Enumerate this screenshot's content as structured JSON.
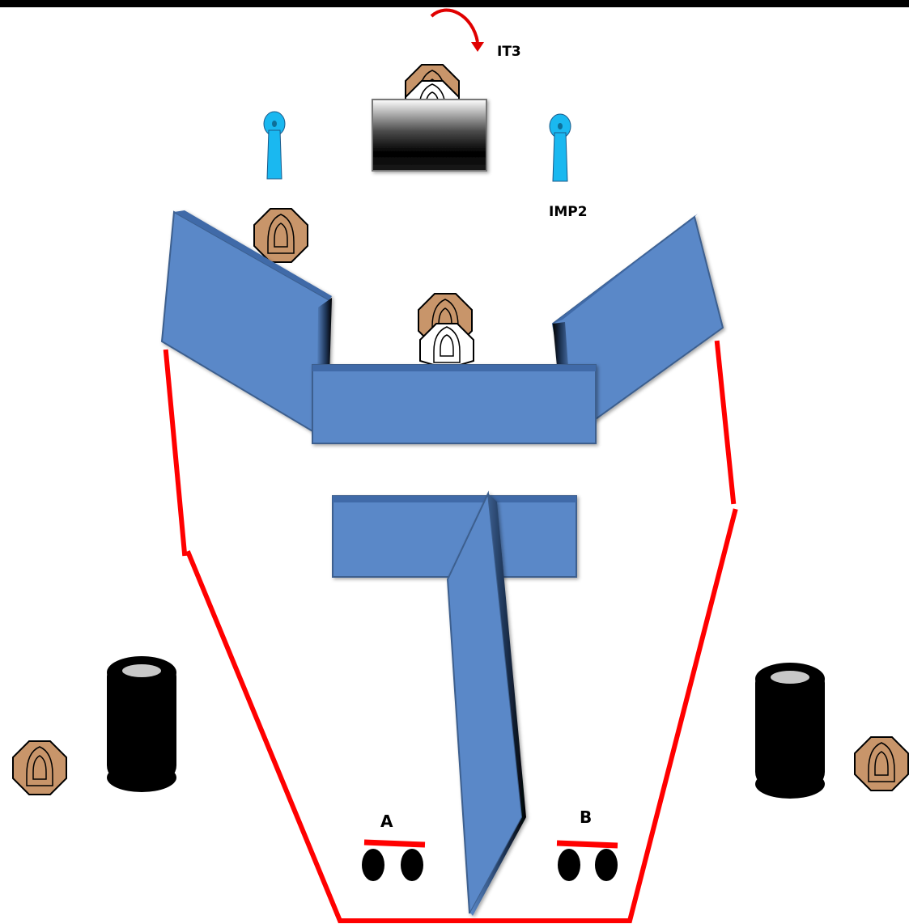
{
  "labels": {
    "it3": "IT3",
    "imp2": "IMP2",
    "box_a": "A",
    "box_b": "B"
  },
  "colors": {
    "top_bar": "#000000",
    "fault_line": "#ff0000",
    "wall_fill": "#5a88c8",
    "wall_edge": "#3c5f8e",
    "target_fill": "#c8956a",
    "popper_fill": "#1ab8f0",
    "barrel_fill": "#000000",
    "barrel_cap": "#c8c8c8"
  },
  "icons": [
    "steel-target-icon",
    "no-shoot-target-icon",
    "popper-icon",
    "tire-stack-icon",
    "swinger-arrow-icon",
    "foot-mark-icon"
  ]
}
